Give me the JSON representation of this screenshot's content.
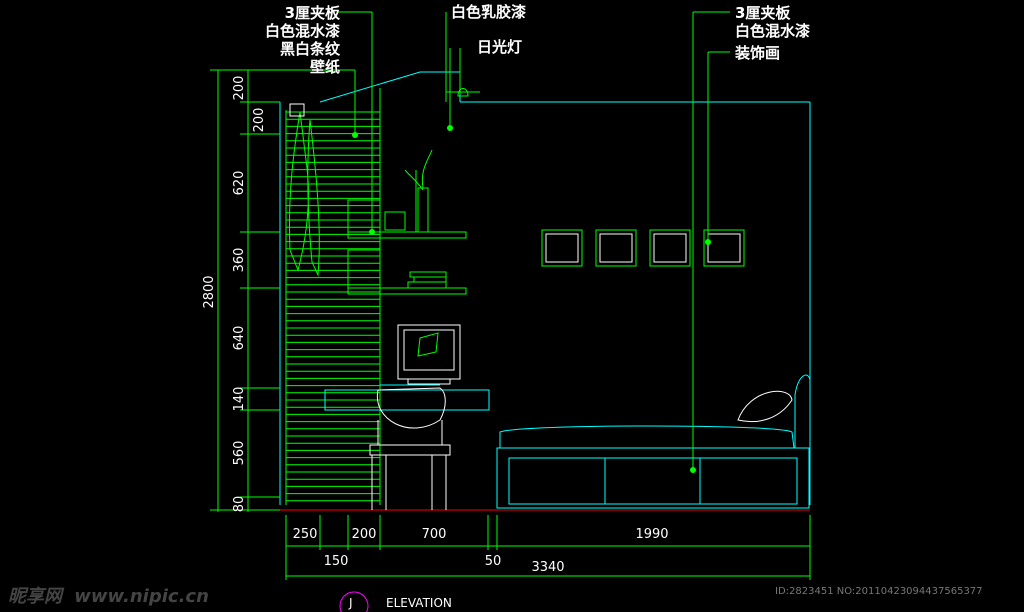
{
  "annotations": {
    "left_callout": [
      "3厘夹板",
      "白色混水漆",
      "黑白条纹",
      "壁纸"
    ],
    "center_top": "白色乳胶漆",
    "center_lamp": "日光灯",
    "right_callout": [
      "3厘夹板",
      "白色混水漆"
    ],
    "right_deco": "装饰画"
  },
  "vertical_dims": {
    "total": "2800",
    "segments": [
      "200",
      "200",
      "620",
      "360",
      "640",
      "140",
      "560",
      "80"
    ]
  },
  "horizontal_dims": {
    "row1": [
      "250",
      "200",
      "700",
      "1990"
    ],
    "row2": [
      "150",
      "50"
    ],
    "total": "3340"
  },
  "elevation": {
    "marker": "J",
    "title": "ELEVATION"
  },
  "watermark": {
    "logo": "昵享网",
    "url": "www.nipic.cn"
  },
  "image_id": "ID:2823451 NO:20110423094437565377",
  "colors": {
    "line": "#00ff00",
    "cyan": "#00ffff",
    "magenta": "#ff00ff",
    "floor": "#ff0000",
    "text": "#ffffff"
  }
}
